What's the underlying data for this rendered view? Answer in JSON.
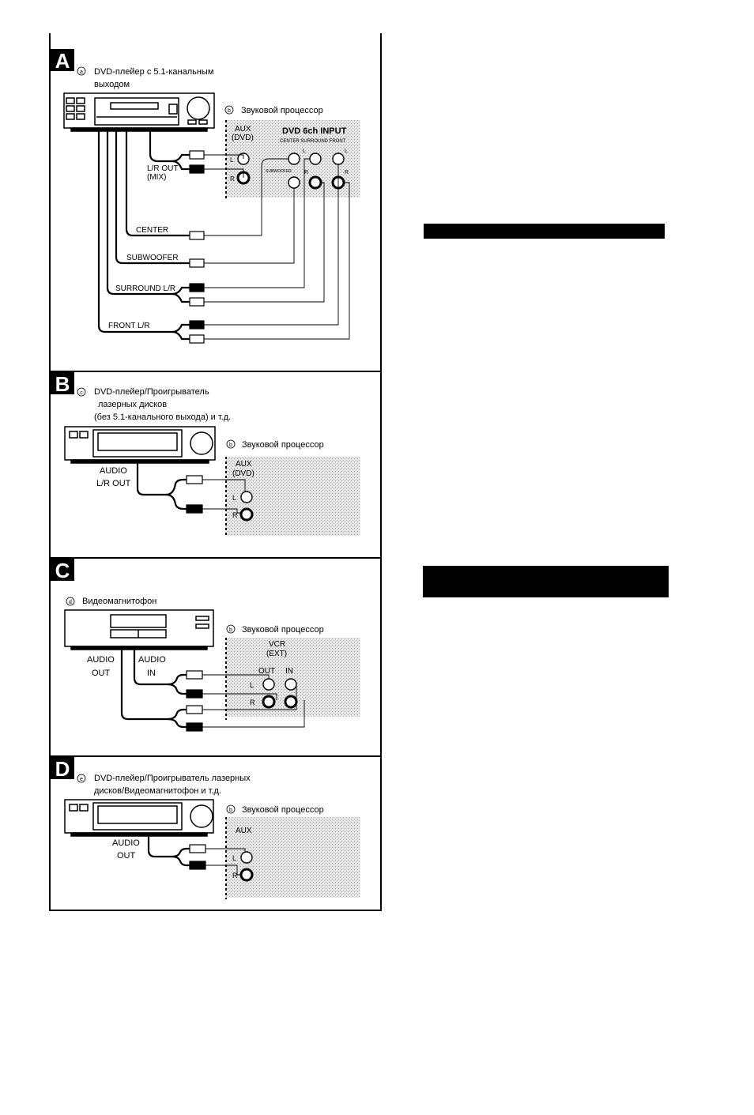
{
  "sections": {
    "A": {
      "letter": "A",
      "marker": "a",
      "source_line1": "DVD-плейер с 5.1-канальным",
      "source_line2": "выходом",
      "proc_marker": "b",
      "processor": "Звуковой процессор",
      "aux_line1": "AUX",
      "aux_line2": "(DVD)",
      "dvd6ch": "DVD 6ch INPUT",
      "sub_hdr": "CENTER SURROUND  FRONT",
      "subwoofer_small": "SUBWOOFER",
      "lr_out_line1": "L/R OUT",
      "lr_out_line2": "(MIX)",
      "center": "CENTER",
      "subwoofer": "SUBWOOFER",
      "surround": "SURROUND L/R",
      "front": "FRONT L/R",
      "L": "L",
      "R": "R"
    },
    "B": {
      "letter": "B",
      "marker": "c",
      "source_line1": "DVD-плейер/Проигрыватель",
      "source_line2": "лазерных дисков",
      "source_line3": "(без 5.1-канального выхода) и т.д.",
      "proc_marker": "b",
      "processor": "Звуковой процессор",
      "aux_line1": "AUX",
      "aux_line2": "(DVD)",
      "audio_line1": "AUDIO",
      "audio_line2": "L/R OUT",
      "L": "L",
      "R": "R"
    },
    "C": {
      "letter": "C",
      "marker": "d",
      "source_line1": "Видеомагнитофон",
      "proc_marker": "b",
      "processor": "Звуковой процессор",
      "vcr_line1": "VCR",
      "vcr_line2": "(EXT)",
      "out_label": "OUT",
      "in_label": "IN",
      "audio_out_line1": "AUDIO",
      "audio_out_line2": "OUT",
      "audio_in_line1": "AUDIO",
      "audio_in_line2": "IN",
      "L": "L",
      "R": "R"
    },
    "D": {
      "letter": "D",
      "marker": "e",
      "source_line1": "DVD-плейер/Проигрыватель лазерных",
      "source_line2": "дисков/Видеомагнитофон и т.д.",
      "proc_marker": "b",
      "processor": "Звуковой процессор",
      "aux_line1": "AUX",
      "audio_line1": "AUDIO",
      "audio_line2": "OUT",
      "L": "L",
      "R": "R"
    }
  },
  "colors": {
    "ink": "#000000",
    "panel_shade": "#d9d9d9"
  }
}
